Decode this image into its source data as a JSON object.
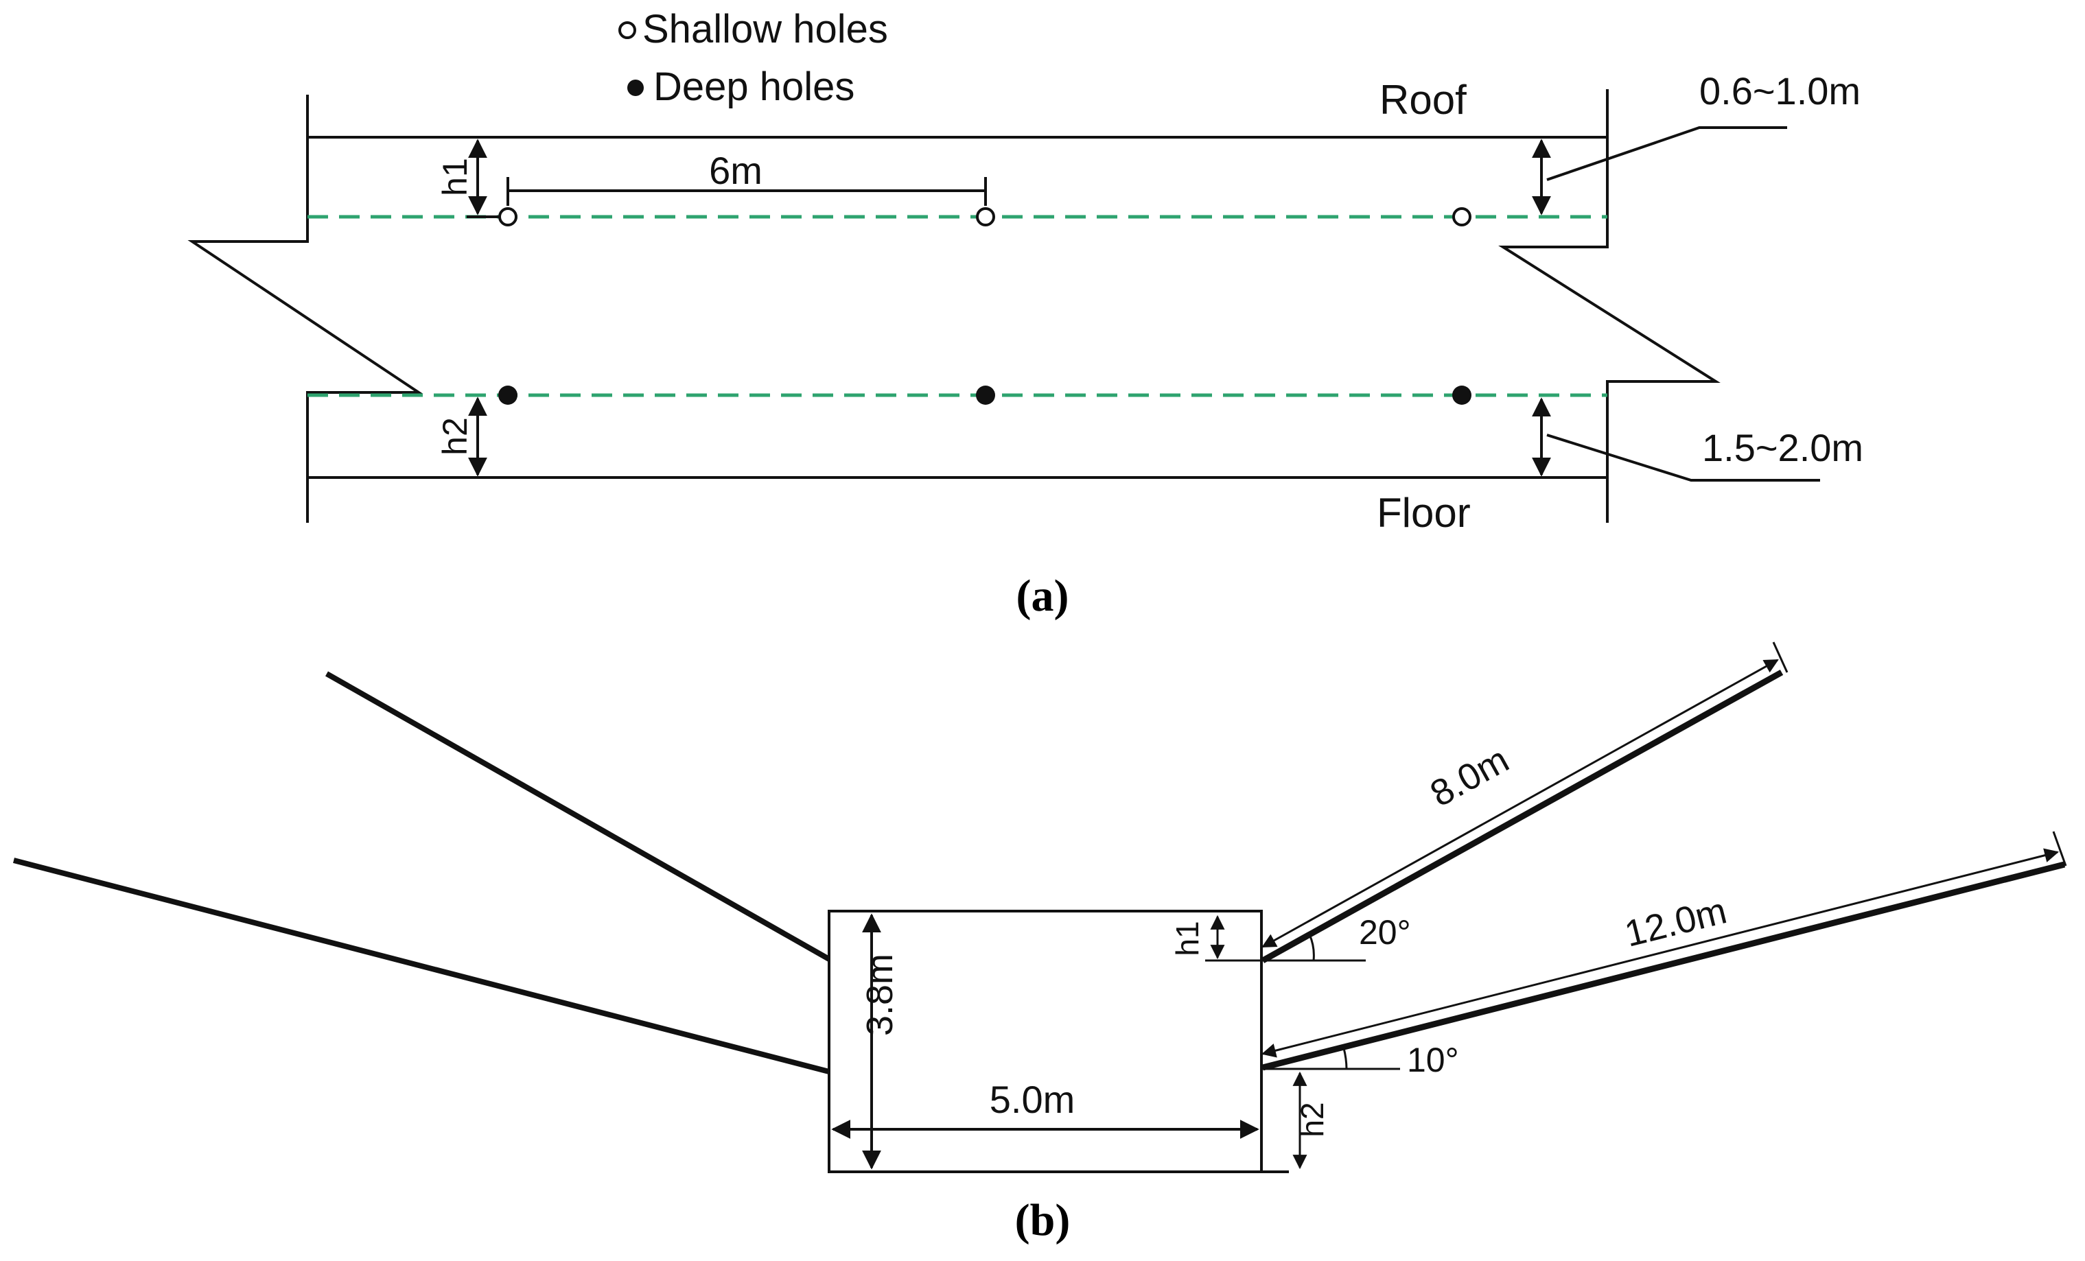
{
  "panel_a": {
    "legend": {
      "shallow": "Shallow holes",
      "deep": "Deep holes"
    },
    "labels": {
      "roof": "Roof",
      "floor": "Floor",
      "h1": "h1",
      "h2": "h2",
      "spacing": "6m",
      "roof_depth": "0.6~1.0m",
      "floor_depth": "1.5~2.0m"
    },
    "caption": "(a)",
    "colors": {
      "hole_line": "#2ea36f",
      "ink": "#111111"
    }
  },
  "panel_b": {
    "labels": {
      "height": "3.8m",
      "width": "5.0m",
      "h1": "h1",
      "h2": "h2",
      "upper_hole_length": "8.0m",
      "lower_hole_length": "12.0m",
      "upper_angle": "20°",
      "lower_angle": "10°"
    },
    "caption": "(b)"
  }
}
